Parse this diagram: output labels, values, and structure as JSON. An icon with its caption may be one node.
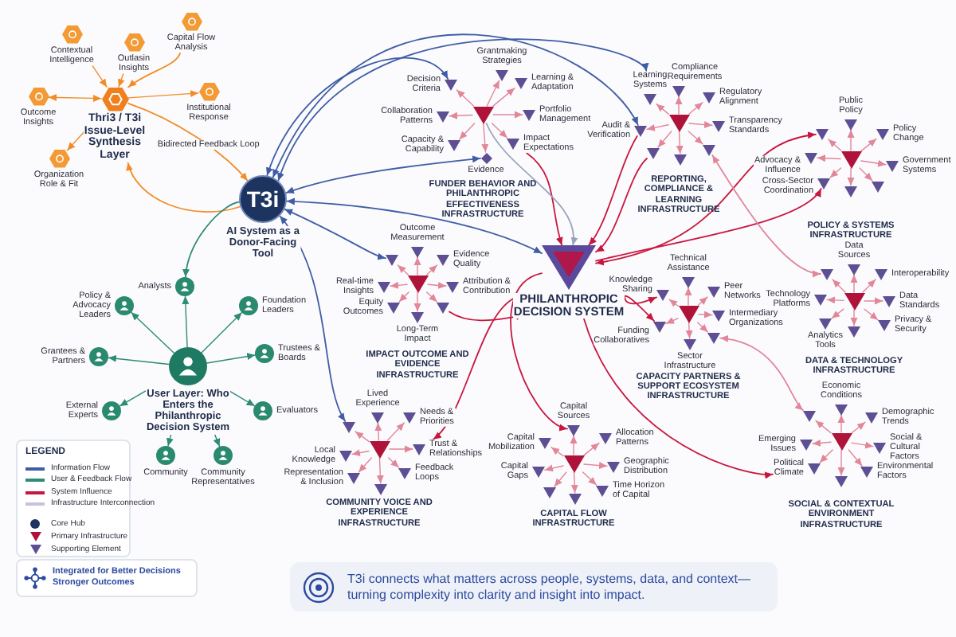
{
  "diagram": {
    "caption": "T3i connects what matters across people, systems, data, and context—turning complexity into clarity and insight into impact.",
    "nodes": [
      {
        "text": [
          "Thri3 / T3i Issue-Level Synthesis Layer"
        ]
      },
      {
        "text": [
          "Contextual Intelligence"
        ]
      },
      {
        "text": [
          "Outlasin Insights"
        ]
      },
      {
        "text": [
          "Capital Flow Analysis"
        ]
      },
      {
        "text": [
          "Outcome Insights"
        ]
      },
      {
        "text": [
          "Institutional Response"
        ]
      },
      {
        "text": [
          "Organization Role & Fit"
        ]
      },
      {
        "text": [
          "T3i"
        ],
        "beside": [
          "AI System as a Donor-Facing Tool"
        ]
      },
      {
        "text": [
          "User Layer: Who Enters the Philanthropic Decision System"
        ]
      },
      {
        "text": [
          "Analysts"
        ]
      },
      {
        "text": [
          "Policy & Advocacy Leaders"
        ]
      },
      {
        "text": [
          "Foundation Leaders"
        ]
      },
      {
        "text": [
          "Grantees & Partners"
        ]
      },
      {
        "text": [
          "Trustees & Boards"
        ]
      },
      {
        "text": [
          "External Experts"
        ]
      },
      {
        "text": [
          "Evaluators"
        ]
      },
      {
        "text": [
          "Community"
        ]
      },
      {
        "text": [
          "Community Representatives"
        ]
      },
      {
        "text": [
          "PHILANTHROPIC DECISION SYSTEM"
        ]
      },
      {
        "text": [],
        "shape": "triangle"
      },
      {
        "text": [
          "Grantmaking Strategies"
        ]
      },
      {
        "text": [
          "Decision Criteria"
        ]
      },
      {
        "text": [
          "Learning & Adaptation"
        ]
      },
      {
        "text": [
          "Collaboration Patterns"
        ]
      },
      {
        "text": [
          "Portfolio Management"
        ]
      },
      {
        "text": [
          "Capacity & Capability"
        ]
      },
      {
        "text": [
          "Impact Expectations"
        ]
      },
      {
        "text": [
          "Evidence"
        ]
      },
      {
        "text": [],
        "shape": "triangle"
      },
      {
        "text": [
          "Compliance Requirements"
        ]
      },
      {
        "text": [
          "Learning Systems"
        ]
      },
      {
        "text": [
          "Regulatory Alignment"
        ]
      },
      {
        "text": [
          "Transparency Standards"
        ]
      },
      {
        "text": [
          "Audit & Verification"
        ]
      },
      {
        "text": [],
        "shape": "triangle"
      },
      {
        "text": [],
        "shape": "triangle"
      },
      {
        "text": [],
        "shape": "triangle"
      },
      {
        "text": [],
        "shape": "triangle"
      },
      {
        "text": [
          "Public Policy"
        ]
      },
      {
        "text": [
          "Policy Change"
        ]
      },
      {
        "text": [
          "Advocacy & Influence"
        ]
      },
      {
        "text": [
          "Government Systems"
        ]
      },
      {
        "text": [
          "Cross-Sector Coordination"
        ]
      },
      {
        "text": [],
        "shape": "triangle"
      },
      {
        "text": [],
        "shape": "triangle"
      },
      {
        "text": [],
        "shape": "triangle"
      },
      {
        "text": [],
        "shape": "triangle"
      },
      {
        "text": [
          "Outcome Measurement"
        ]
      },
      {
        "text": [
          "Evidence Quality"
        ]
      },
      {
        "text": [
          "Real-time Insights"
        ]
      },
      {
        "text": [
          "Attribution & Contribution"
        ]
      },
      {
        "text": [
          "Equity Outcomes"
        ]
      },
      {
        "text": [
          "Long-Term Impact"
        ]
      },
      {
        "text": [],
        "shape": "triangle"
      },
      {
        "text": [],
        "shape": "triangle"
      },
      {
        "text": [],
        "shape": "triangle"
      },
      {
        "text": [
          "Data Sources"
        ]
      },
      {
        "text": [
          "Interoperability"
        ]
      },
      {
        "text": [
          "Technology Platforms"
        ]
      },
      {
        "text": [
          "Data Standards"
        ]
      },
      {
        "text": [
          "Analytics Tools"
        ]
      },
      {
        "text": [
          "Privacy & Security"
        ]
      },
      {
        "text": [],
        "shape": "triangle"
      },
      {
        "text": [],
        "shape": "triangle"
      },
      {
        "text": [],
        "shape": "triangle"
      },
      {
        "text": [
          "Technical Assistance"
        ]
      },
      {
        "text": [
          "Peer Networks"
        ]
      },
      {
        "text": [
          "Knowledge Sharing"
        ]
      },
      {
        "text": [
          "Intermediary Organizations"
        ]
      },
      {
        "text": [
          "Funding Collaboratives"
        ]
      },
      {
        "text": [
          "Sector Infrastructure"
        ]
      },
      {
        "text": [],
        "shape": "triangle"
      },
      {
        "text": [],
        "shape": "triangle"
      },
      {
        "text": [
          "Lived Experience"
        ]
      },
      {
        "text": [
          "Needs & Priorities"
        ]
      },
      {
        "text": [
          "Local Knowledge"
        ]
      },
      {
        "text": [
          "Trust & Relationships"
        ]
      },
      {
        "text": [
          "Representation & Inclusion"
        ]
      },
      {
        "text": [
          "Feedback Loops"
        ]
      },
      {
        "text": [],
        "shape": "triangle"
      },
      {
        "text": [],
        "shape": "triangle"
      },
      {
        "text": [],
        "shape": "triangle"
      },
      {
        "text": [
          "Capital Sources"
        ]
      },
      {
        "text": [
          "Allocation Patterns"
        ]
      },
      {
        "text": [
          "Capital Mobilization"
        ]
      },
      {
        "text": [
          "Geographic Distribution"
        ]
      },
      {
        "text": [
          "Capital Gaps"
        ]
      },
      {
        "text": [
          "Time Horizon of Capital"
        ]
      },
      {
        "text": [],
        "shape": "triangle"
      },
      {
        "text": [],
        "shape": "triangle"
      },
      {
        "text": [],
        "shape": "triangle"
      },
      {
        "text": [
          "Economic Conditions"
        ]
      },
      {
        "text": [
          "Demographic Trends"
        ]
      },
      {
        "text": [
          "Emerging Issues"
        ]
      },
      {
        "text": [
          "Social & Cultural Factors"
        ]
      },
      {
        "text": [
          "Political Climate"
        ]
      },
      {
        "text": [
          "Environmental Factors"
        ]
      },
      {
        "text": [],
        "shape": "triangle"
      },
      {
        "text": [],
        "shape": "triangle"
      }
    ],
    "edges": [
      {
        "from": 1,
        "to": 0,
        "arrow": "to",
        "color": "#f28c28"
      },
      {
        "from": 2,
        "to": 0,
        "arrow": "to",
        "color": "#f28c28"
      },
      {
        "from": 3,
        "to": 0,
        "arrow": "to",
        "color": "#f28c28"
      },
      {
        "from": 0,
        "to": 4,
        "arrow": "both",
        "color": "#f28c28"
      },
      {
        "from": 0,
        "to": 5,
        "arrow": "to",
        "color": "#f28c28"
      },
      {
        "from": 0,
        "to": 6,
        "arrow": "to",
        "color": "#f28c28"
      },
      {
        "from": 0,
        "to": 7,
        "arrow": "to",
        "label": "Bidirected Feedback Loop",
        "color": "#f28c28"
      },
      {
        "from": 7,
        "to": 0,
        "arrow": "to",
        "color": "#f28c28"
      },
      {
        "from": 7,
        "to": 9,
        "arrow": "to",
        "color": "#2e8b74"
      },
      {
        "from": 8,
        "to": 9,
        "arrow": "to",
        "color": "#2e8b74"
      },
      {
        "from": 8,
        "to": 10,
        "arrow": "to",
        "color": "#2e8b74"
      },
      {
        "from": 8,
        "to": 11,
        "arrow": "to",
        "color": "#2e8b74"
      },
      {
        "from": 8,
        "to": 12,
        "arrow": "to",
        "color": "#2e8b74"
      },
      {
        "from": 8,
        "to": 13,
        "arrow": "to",
        "color": "#2e8b74"
      },
      {
        "from": 8,
        "to": 14,
        "arrow": "to",
        "color": "#2e8b74"
      },
      {
        "from": 8,
        "to": 15,
        "arrow": "to",
        "color": "#2e8b74"
      },
      {
        "from": 8,
        "to": 16,
        "arrow": "to",
        "color": "#2e8b74"
      },
      {
        "from": 8,
        "to": 17,
        "arrow": "to",
        "color": "#2e8b74"
      },
      {
        "from": 7,
        "to": 21,
        "arrow": "both",
        "color": "#3f5da6"
      },
      {
        "from": 7,
        "to": 27,
        "arrow": "both",
        "color": "#3f5da6"
      },
      {
        "from": 7,
        "to": 30,
        "arrow": "both",
        "color": "#3f5da6"
      },
      {
        "from": 7,
        "to": 33,
        "arrow": "both",
        "color": "#3f5da6"
      },
      {
        "from": 7,
        "to": 18,
        "arrow": "both",
        "color": "#3f5da6"
      },
      {
        "from": 7,
        "to": 53,
        "arrow": "both",
        "color": "#3f5da6"
      },
      {
        "from": 7,
        "to": 79,
        "arrow": "both",
        "color": "#3f5da6"
      },
      {
        "from": 19,
        "to": 20,
        "arrow": "to"
      },
      {
        "from": 19,
        "to": 21,
        "arrow": "to"
      },
      {
        "from": 19,
        "to": 22,
        "arrow": "to"
      },
      {
        "from": 19,
        "to": 23,
        "arrow": "to"
      },
      {
        "from": 19,
        "to": 24,
        "arrow": "to"
      },
      {
        "from": 19,
        "to": 25,
        "arrow": "to"
      },
      {
        "from": 19,
        "to": 26,
        "arrow": "to"
      },
      {
        "from": 19,
        "to": 27,
        "arrow": "to"
      },
      {
        "from": 26,
        "to": 18,
        "arrow": "to",
        "color": "#c8173f"
      },
      {
        "from": 19,
        "to": 18,
        "arrow": "to",
        "color": "#9aa3bd"
      },
      {
        "from": 28,
        "to": 29,
        "arrow": "to"
      },
      {
        "from": 28,
        "to": 30,
        "arrow": "to"
      },
      {
        "from": 28,
        "to": 31,
        "arrow": "to"
      },
      {
        "from": 28,
        "to": 32,
        "arrow": "to"
      },
      {
        "from": 28,
        "to": 33,
        "arrow": "to"
      },
      {
        "from": 28,
        "to": 34,
        "arrow": "to"
      },
      {
        "from": 28,
        "to": 35,
        "arrow": "to"
      },
      {
        "from": 28,
        "to": 36,
        "arrow": "to"
      },
      {
        "from": 33,
        "to": 18,
        "arrow": "to",
        "color": "#c8173f"
      },
      {
        "from": 34,
        "to": 18,
        "arrow": "to",
        "color": "#c8173f"
      },
      {
        "from": 37,
        "to": 38,
        "arrow": "to"
      },
      {
        "from": 37,
        "to": 39,
        "arrow": "to"
      },
      {
        "from": 37,
        "to": 40,
        "arrow": "to"
      },
      {
        "from": 37,
        "to": 41,
        "arrow": "to"
      },
      {
        "from": 37,
        "to": 42,
        "arrow": "to"
      },
      {
        "from": 37,
        "to": 43,
        "arrow": "to"
      },
      {
        "from": 37,
        "to": 44,
        "arrow": "to"
      },
      {
        "from": 37,
        "to": 45,
        "arrow": "to"
      },
      {
        "from": 18,
        "to": 42,
        "arrow": "to",
        "color": "#c8173f"
      },
      {
        "from": 18,
        "to": 43,
        "arrow": "both",
        "color": "#c8173f"
      },
      {
        "from": 46,
        "to": 47,
        "arrow": "to"
      },
      {
        "from": 46,
        "to": 48,
        "arrow": "to"
      },
      {
        "from": 46,
        "to": 49,
        "arrow": "to"
      },
      {
        "from": 46,
        "to": 50,
        "arrow": "to"
      },
      {
        "from": 46,
        "to": 51,
        "arrow": "to"
      },
      {
        "from": 46,
        "to": 52,
        "arrow": "to"
      },
      {
        "from": 46,
        "to": 53,
        "arrow": "to"
      },
      {
        "from": 46,
        "to": 54,
        "arrow": "to"
      },
      {
        "from": 54,
        "to": 18,
        "arrow": "to",
        "color": "#c8173f"
      },
      {
        "from": 55,
        "to": 56,
        "arrow": "to"
      },
      {
        "from": 55,
        "to": 57,
        "arrow": "to"
      },
      {
        "from": 55,
        "to": 58,
        "arrow": "to"
      },
      {
        "from": 55,
        "to": 59,
        "arrow": "to"
      },
      {
        "from": 55,
        "to": 60,
        "arrow": "to"
      },
      {
        "from": 55,
        "to": 61,
        "arrow": "to"
      },
      {
        "from": 55,
        "to": 62,
        "arrow": "to"
      },
      {
        "from": 55,
        "to": 63,
        "arrow": "to"
      },
      {
        "from": 36,
        "to": 62,
        "arrow": "both"
      },
      {
        "from": 64,
        "to": 65,
        "arrow": "to"
      },
      {
        "from": 64,
        "to": 66,
        "arrow": "to"
      },
      {
        "from": 64,
        "to": 67,
        "arrow": "to"
      },
      {
        "from": 64,
        "to": 68,
        "arrow": "to"
      },
      {
        "from": 64,
        "to": 69,
        "arrow": "to"
      },
      {
        "from": 64,
        "to": 70,
        "arrow": "to"
      },
      {
        "from": 64,
        "to": 71,
        "arrow": "to"
      },
      {
        "from": 18,
        "to": 67,
        "arrow": "to",
        "color": "#c8173f"
      },
      {
        "from": 18,
        "to": 69,
        "arrow": "to",
        "color": "#c8173f"
      },
      {
        "from": 72,
        "to": 73,
        "arrow": "to"
      },
      {
        "from": 72,
        "to": 74,
        "arrow": "to"
      },
      {
        "from": 72,
        "to": 75,
        "arrow": "to"
      },
      {
        "from": 72,
        "to": 76,
        "arrow": "to"
      },
      {
        "from": 72,
        "to": 77,
        "arrow": "to"
      },
      {
        "from": 72,
        "to": 78,
        "arrow": "to"
      },
      {
        "from": 72,
        "to": 79,
        "arrow": "to"
      },
      {
        "from": 72,
        "to": 80,
        "arrow": "to"
      },
      {
        "from": 18,
        "to": 76,
        "arrow": "to",
        "color": "#c8173f"
      },
      {
        "from": 81,
        "to": 82,
        "arrow": "to"
      },
      {
        "from": 81,
        "to": 83,
        "arrow": "to"
      },
      {
        "from": 81,
        "to": 84,
        "arrow": "to"
      },
      {
        "from": 81,
        "to": 85,
        "arrow": "to"
      },
      {
        "from": 81,
        "to": 86,
        "arrow": "to"
      },
      {
        "from": 81,
        "to": 87,
        "arrow": "to"
      },
      {
        "from": 81,
        "to": 88,
        "arrow": "to"
      },
      {
        "from": 81,
        "to": 89,
        "arrow": "to"
      },
      {
        "from": 18,
        "to": 82,
        "arrow": "to",
        "color": "#c8173f"
      },
      {
        "from": 90,
        "to": 91,
        "arrow": "to"
      },
      {
        "from": 90,
        "to": 92,
        "arrow": "to"
      },
      {
        "from": 90,
        "to": 93,
        "arrow": "to"
      },
      {
        "from": 90,
        "to": 94,
        "arrow": "to"
      },
      {
        "from": 90,
        "to": 95,
        "arrow": "to"
      },
      {
        "from": 90,
        "to": 96,
        "arrow": "to"
      },
      {
        "from": 90,
        "to": 97,
        "arrow": "to"
      },
      {
        "from": 90,
        "to": 98,
        "arrow": "to"
      },
      {
        "from": 18,
        "to": 95,
        "arrow": "to",
        "color": "#c8173f"
      },
      {
        "from": 71,
        "to": 97,
        "arrow": "both"
      }
    ],
    "labels": [
      "FUNDER BEHAVIOR AND PHILANTHROPIC EFFECTIVENESS INFRASTRUCTURE",
      "REPORTING, COMPLIANCE & LEARNING INFRASTRUCTURE",
      "POLICY & SYSTEMS INFRASTRUCTURE",
      "IMPACT OUTCOME AND EVIDENCE INFRASTRUCTURE",
      "DATA & TECHNOLOGY INFRASTRUCTURE",
      "CAPACITY PARTNERS & SUPPORT ECOSYSTEM INFRASTRUCTURE",
      "LEGEND",
      "COMMUNITY VOICE AND EXPERIENCE INFRASTRUCTURE",
      "CAPITAL FLOW INFRASTRUCTURE",
      "SOCIAL & CONTEXTUAL ENVIRONMENT INFRASTRUCTURE",
      "Integrated for Better Decisions Stronger Outcomes"
    ],
    "legend": [
      {
        "text": "Information Flow"
      },
      {
        "text": "User & Feedback Flow"
      },
      {
        "text": "System Influence"
      },
      {
        "text": "Infrastructure Interconnection"
      },
      {
        "text": "Core Hub"
      },
      {
        "text": "Primary Infrastructure"
      },
      {
        "text": "Supporting Element"
      }
    ]
  }
}
